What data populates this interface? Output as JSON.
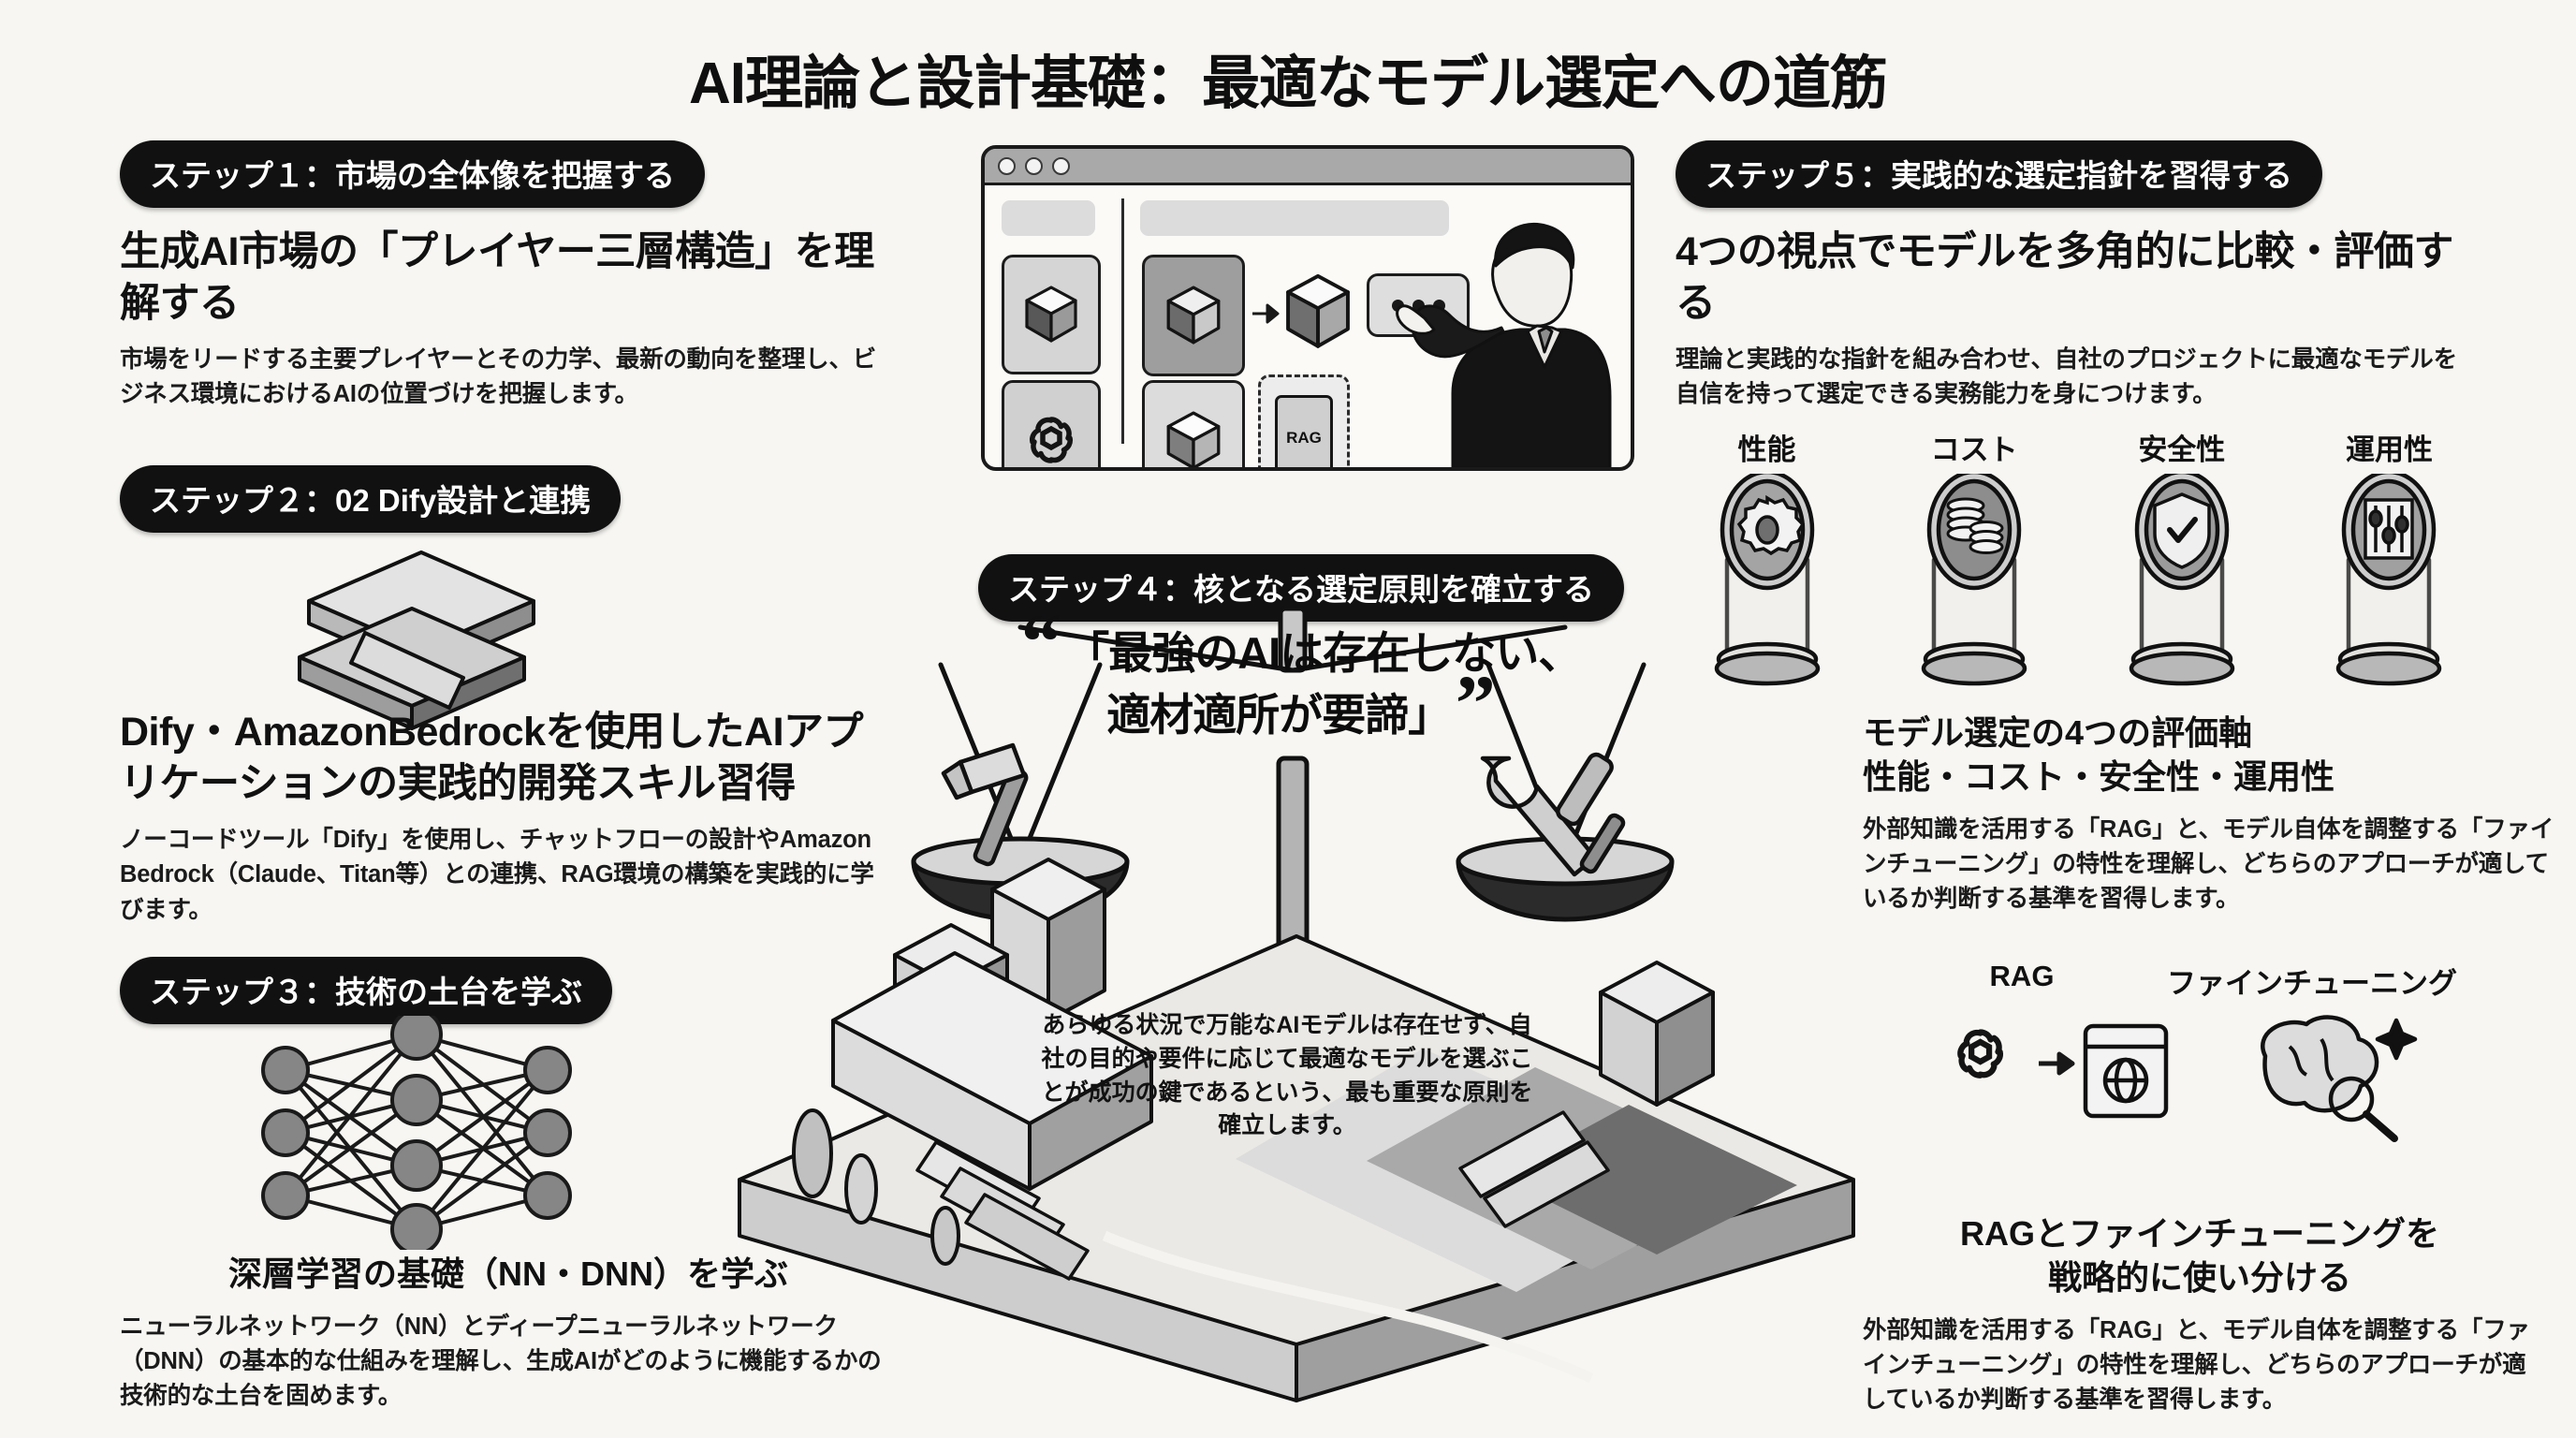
{
  "title": "AI理論と設計基礎：最適なモデル選定への道筋",
  "theme": {
    "background": "#f7f6f2",
    "badge_bg": "#111111",
    "badge_fg": "#ffffff",
    "text": "#111111"
  },
  "steps": {
    "step1": {
      "badge": "ステップ１：市場の全体像を把握する",
      "heading": "生成AI市場の「プレイヤー三層構造」を理解する",
      "body": "市場をリードする主要プレイヤーとその力学、最新の動向を整理し、ビジネス環境におけるAIの位置づけを把握します。"
    },
    "step2": {
      "badge": "ステップ２：02 Dify設計と連携",
      "heading": "Dify・AmazonBedrockを使用したAIアプリケーションの実践的開発スキル習得",
      "body": "ノーコードツール「Dify」を使用し、チャットフローの設計やAmazon Bedrock（Claude、Titan等）との連携、RAG環境の構築を実践的に学びます。"
    },
    "step3": {
      "badge": "ステップ３：技術の土台を学ぶ",
      "heading": "深層学習の基礎（NN・DNN）を学ぶ",
      "body": "ニューラルネットワーク（NN）とディープニューラルネットワーク（DNN）の基本的な仕組みを理解し、生成AIがどのように機能するかの技術的な土台を固めます。"
    },
    "step4": {
      "badge": "ステップ４：核となる選定原則を確立する",
      "quote_open": "“",
      "quote_close": "”",
      "quote_line1": "「最強のAIは存在しない、",
      "quote_line2": "適材適所が要諦」",
      "caption": "あらゆる状況で万能なAIモデルは存在せず、自社の目的や要件に応じて最適なモデルを選ぶことが成功の鍵であるという、最も重要な原則を確立します。"
    },
    "step5": {
      "badge": "ステップ５：実践的な選定指針を習得する",
      "heading": "4つの視点でモデルを多角的に比較・評価する",
      "body": "理論と実践的な指針を組み合わせ、自社のプロジェクトに最適なモデルを自信を持って選定できる実務能力を身につけます。"
    }
  },
  "evaluation_axes": {
    "items": [
      {
        "label": "性能",
        "icon": "gear-icon"
      },
      {
        "label": "コスト",
        "icon": "coins-icon"
      },
      {
        "label": "安全性",
        "icon": "shield-check-icon"
      },
      {
        "label": "運用性",
        "icon": "sliders-icon"
      }
    ],
    "heading_line1": "モデル選定の4つの評価軸",
    "heading_line2": "性能・コスト・安全性・運用性",
    "body": "外部知識を活用する「RAG」と、モデル自体を調整する「ファインチューニング」の特性を理解し、どちらのアプローチが適しているか判断する基準を習得します。"
  },
  "rag_vs_finetune": {
    "label_left": "RAG",
    "label_right": "ファインチューニング",
    "heading_line1": "RAGとファインチューニングを",
    "heading_line2": "戦略的に使い分ける",
    "body": "外部知識を活用する「RAG」と、モデル自体を調整する「ファインチューニング」の特性を理解し、どちらのアプローチが適しているか判断する基準を習得します。"
  },
  "browser_mock": {
    "rag_card_label": "RAG",
    "window_dots": 3,
    "bubble_dots": 3,
    "icons": [
      "cube-icon",
      "openai-logo-icon",
      "cube-icon",
      "cube-icon",
      "arrow-right-icon",
      "person-illustration"
    ]
  }
}
